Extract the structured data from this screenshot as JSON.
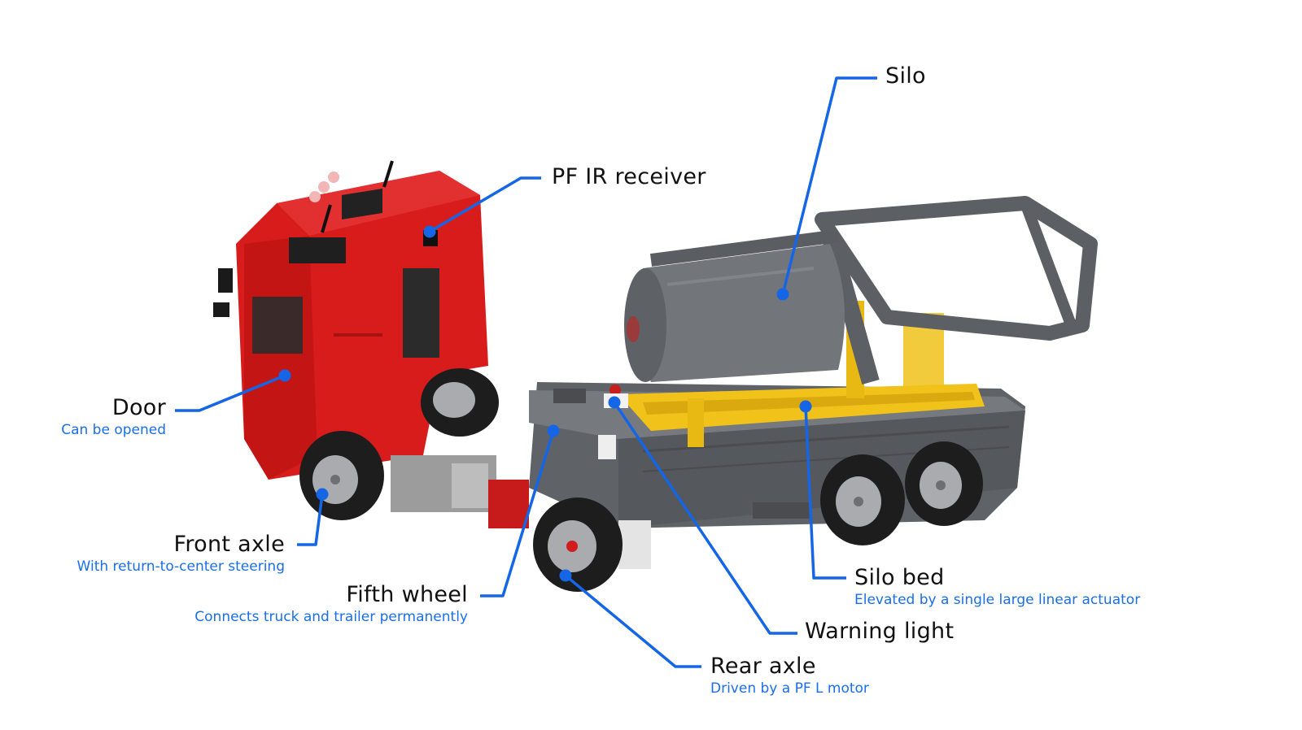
{
  "colors": {
    "callout": "#1466e6",
    "cab_red": "#d91e1e",
    "chassis_gray": "#6b6e73",
    "silo_gray": "#7a7d82",
    "bed_yellow": "#f2c318"
  },
  "callouts": {
    "silo": {
      "title": "Silo"
    },
    "pf_ir": {
      "title": "PF IR receiver"
    },
    "door": {
      "title": "Door",
      "subtitle": "Can be opened"
    },
    "front_axle": {
      "title": "Front axle",
      "subtitle": "With return-to-center steering"
    },
    "fifth_wheel": {
      "title": "Fifth wheel",
      "subtitle": "Connects truck and trailer permanently"
    },
    "silo_bed": {
      "title": "Silo bed",
      "subtitle": "Elevated by a single large linear actuator"
    },
    "warning_light": {
      "title": "Warning light"
    },
    "rear_axle": {
      "title": "Rear axle",
      "subtitle": "Driven by a PF L motor"
    }
  }
}
